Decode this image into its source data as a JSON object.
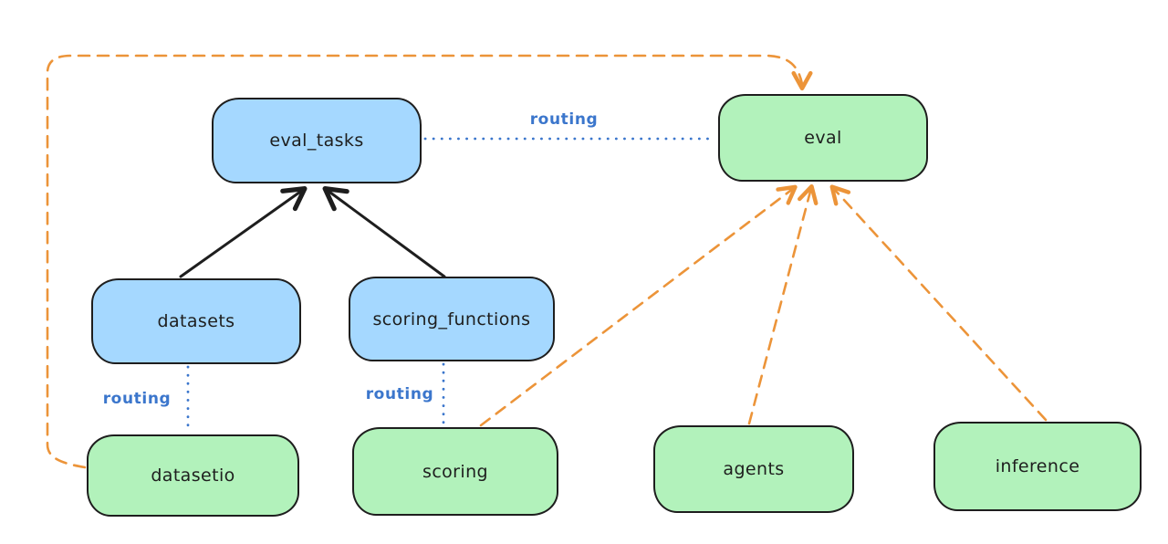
{
  "diagram": {
    "nodes": [
      {
        "id": "eval_tasks",
        "label": "eval_tasks",
        "color": "blue"
      },
      {
        "id": "eval",
        "label": "eval",
        "color": "green"
      },
      {
        "id": "datasets",
        "label": "datasets",
        "color": "blue"
      },
      {
        "id": "scoring_functions",
        "label": "scoring_functions",
        "color": "blue"
      },
      {
        "id": "datasetio",
        "label": "datasetio",
        "color": "green"
      },
      {
        "id": "scoring",
        "label": "scoring",
        "color": "green"
      },
      {
        "id": "agents",
        "label": "agents",
        "color": "green"
      },
      {
        "id": "inference",
        "label": "inference",
        "color": "green"
      }
    ],
    "edges": [
      {
        "from": "datasets",
        "to": "eval_tasks",
        "style": "solid",
        "color": "black",
        "label": ""
      },
      {
        "from": "scoring_functions",
        "to": "eval_tasks",
        "style": "solid",
        "color": "black",
        "label": ""
      },
      {
        "from": "eval_tasks",
        "to": "eval",
        "style": "dotted",
        "color": "blue",
        "label": "routing"
      },
      {
        "from": "datasets",
        "to": "datasetio",
        "style": "dotted",
        "color": "blue",
        "label": "routing"
      },
      {
        "from": "scoring_functions",
        "to": "scoring",
        "style": "dotted",
        "color": "blue",
        "label": "routing"
      },
      {
        "from": "datasetio",
        "to": "eval",
        "style": "dashed",
        "color": "orange",
        "label": ""
      },
      {
        "from": "scoring",
        "to": "eval",
        "style": "dashed",
        "color": "orange",
        "label": ""
      },
      {
        "from": "agents",
        "to": "eval",
        "style": "dashed",
        "color": "orange",
        "label": ""
      },
      {
        "from": "inference",
        "to": "eval",
        "style": "dashed",
        "color": "orange",
        "label": ""
      }
    ],
    "colors": {
      "background": "#ffffff",
      "node_blue_fill": "#a5d8ff",
      "node_green_fill": "#b2f2bb",
      "node_border": "#1e1e1e",
      "solid_arrow": "#1e1e1e",
      "dashed_arrow_orange": "#ec9439",
      "dotted_line_blue": "#3b76cc",
      "routing_label": "#3b76cc"
    }
  }
}
